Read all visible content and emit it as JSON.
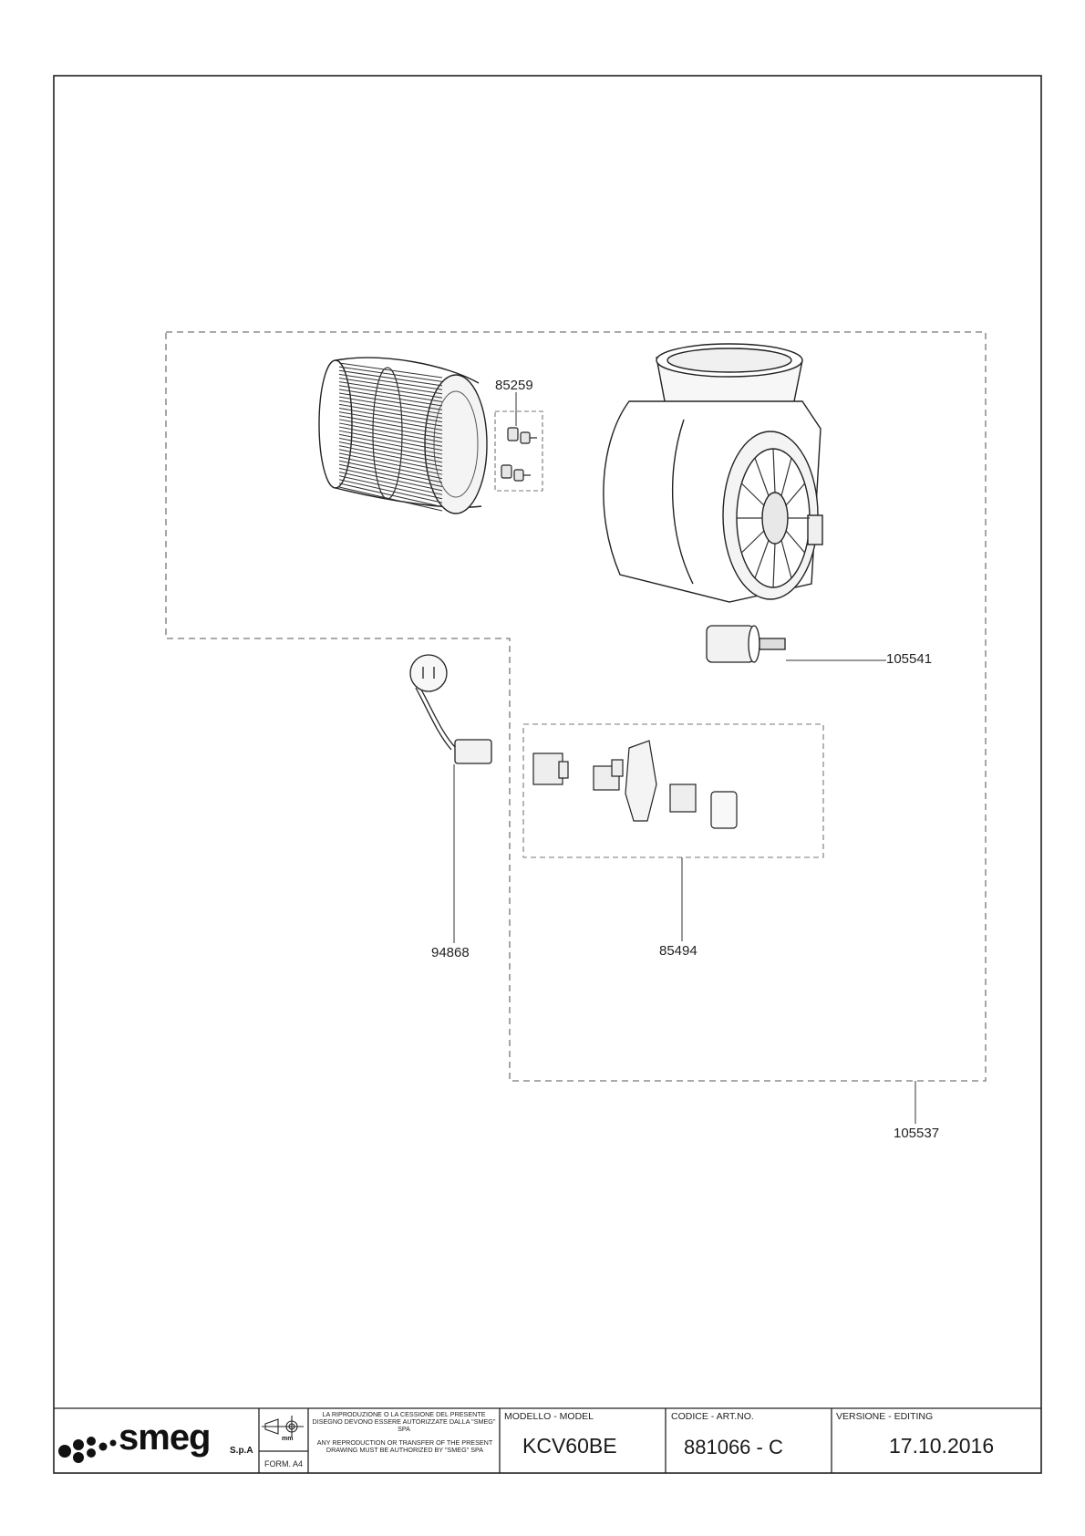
{
  "parts": {
    "impeller_fan": "",
    "antivibration_kit": "85259",
    "motor_housing": "",
    "capacitor": "105541",
    "power_cord": "94868",
    "connector_kit": "85494",
    "motor_assembly": "105537"
  },
  "title_block": {
    "brand": "smeg",
    "brand_suffix": "S.p.A",
    "unit": "mm",
    "format": "FORM. A4",
    "notice_it": "LA RIPRODUZIONE O LA CESSIONE DEL PRESENTE DISEGNO DEVONO ESSERE AUTORIZZATE DALLA \"SMEG\" SPA",
    "notice_en": "ANY REPRODUCTION OR TRANSFER OF THE PRESENT DRAWING MUST BE AUTHORIZED BY \"SMEG\" SPA",
    "model_label": "MODELLO - MODEL",
    "model_value": "KCV60BE",
    "code_label": "CODICE - ART.NO.",
    "code_value": "881066 - C",
    "version_label": "VERSIONE - EDITING",
    "version_value": "17.10.2016"
  }
}
